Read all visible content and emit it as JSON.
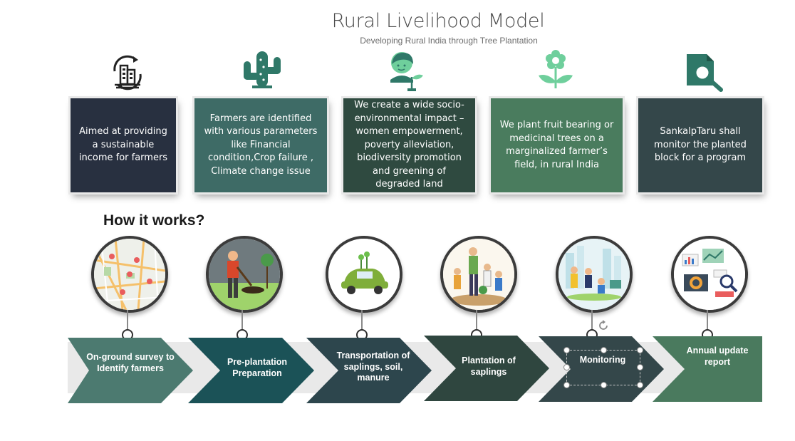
{
  "header": {
    "title": "Rural Livelihood Model",
    "subtitle": "Developing Rural India through Tree Plantation"
  },
  "colors": {
    "dark_navy": "#283040",
    "teal": "#3e6b66",
    "dark_green": "#2f4a40",
    "mid_green": "#4a7c5e",
    "slate": "#34474a",
    "icon_teal": "#2f7868",
    "icon_green": "#6fcf9c"
  },
  "icons": [
    "building-cycle-icon",
    "cactus-icon",
    "woman-plant-icon",
    "flower-icon",
    "document-search-icon"
  ],
  "cards": [
    {
      "text": "Aimed at providing a sustainable income for farmers"
    },
    {
      "text": "Farmers are identified with various parameters like Financial condition,Crop failure , Climate change issue"
    },
    {
      "text": "We create a wide socio-environmental impact – women empowerment, poverty alleviation, biodiversity promotion and greening of degraded land"
    },
    {
      "text": "We plant fruit bearing or medicinal trees on a marginalized farmer’s field, in rural India"
    },
    {
      "text": "SankalpTaru shall monitor the planted block for a program"
    }
  ],
  "how_it_works": "How it works?",
  "steps": [
    {
      "label": "On-ground survey to Identify farmers"
    },
    {
      "label": "Pre-plantation Preparation"
    },
    {
      "label": "Transportation of saplings, soil, manure"
    },
    {
      "label": "Plantation of saplings"
    },
    {
      "label": "Monitoring"
    },
    {
      "label": "Annual update report"
    }
  ]
}
